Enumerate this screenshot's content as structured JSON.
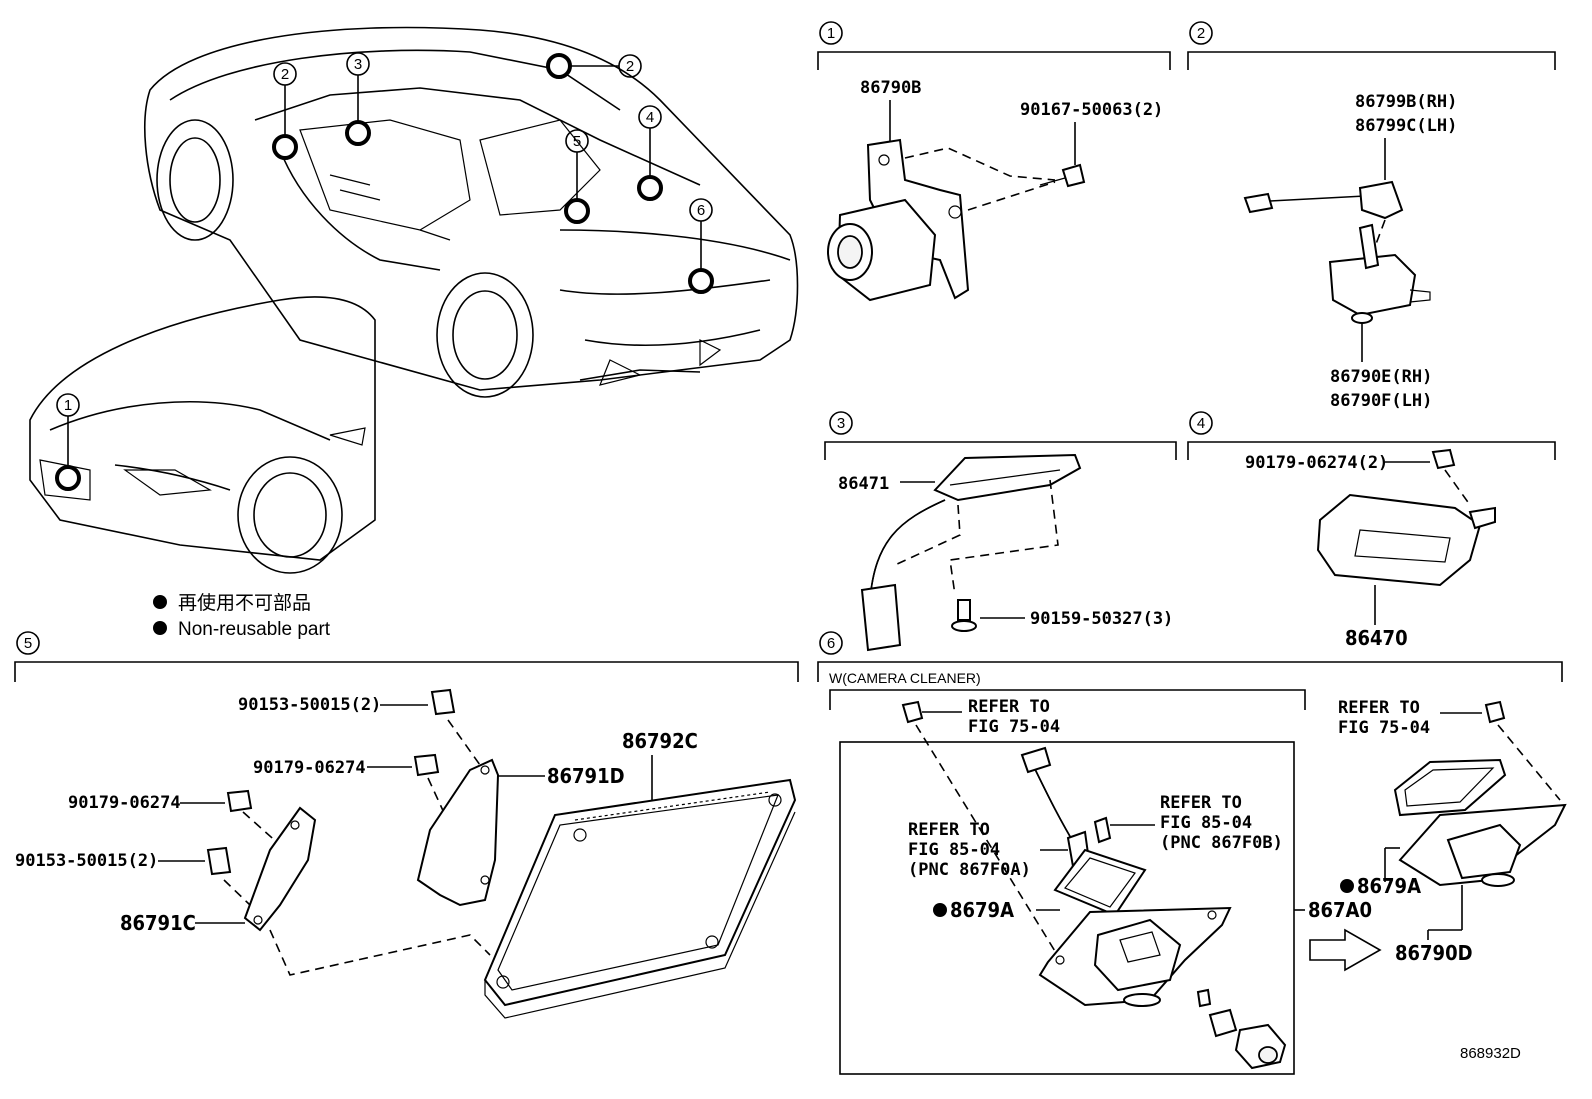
{
  "legend": {
    "ja": "再使用不可部品",
    "en": "Non-reusable part"
  },
  "figure_code": "868932D",
  "overview_callouts": [
    "1",
    "2",
    "3",
    "2",
    "5",
    "4",
    "6"
  ],
  "sections": {
    "s1": {
      "num": "1",
      "parts": [
        "86790B",
        "90167-50063(2)"
      ]
    },
    "s2": {
      "num": "2",
      "parts": [
        "86799B(RH)",
        "86799C(LH)",
        "86790E(RH)",
        "86790F(LH)"
      ]
    },
    "s3": {
      "num": "3",
      "parts": [
        "86471",
        "90159-50327(3)"
      ]
    },
    "s4": {
      "num": "4",
      "parts": [
        "90179-06274(2)",
        "86470"
      ]
    },
    "s5": {
      "num": "5",
      "parts": [
        "90153-50015(2)",
        "90179-06274",
        "90179-06274",
        "90153-50015(2)",
        "86791C",
        "86791D",
        "86792C"
      ]
    },
    "s6": {
      "num": "6",
      "condition": "W(CAMERA CLEANER)",
      "refs": {
        "r1": [
          "REFER TO",
          "FIG 75-04"
        ],
        "r2": [
          "REFER TO",
          "FIG 85-04",
          "(PNC 867F0A)"
        ],
        "r3": [
          "REFER TO",
          "FIG 85-04",
          "(PNC 867F0B)"
        ],
        "r4": [
          "REFER TO",
          "FIG 75-04"
        ]
      },
      "parts": [
        "8679A",
        "867A0",
        "8679A",
        "86790D"
      ]
    }
  }
}
